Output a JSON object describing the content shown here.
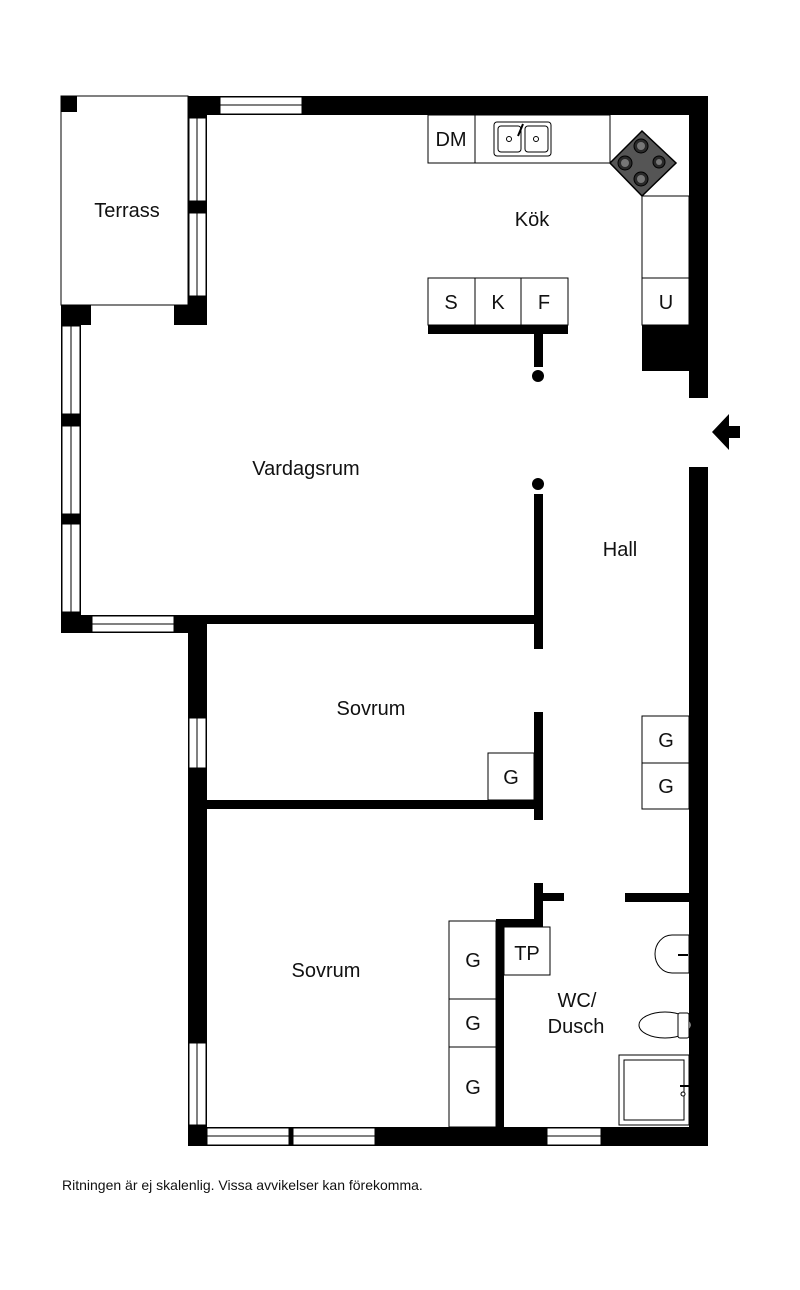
{
  "rooms": {
    "terrace": "Terrass",
    "kitchen": "Kök",
    "living_room": "Vardagsrum",
    "hall": "Hall",
    "bedroom_1": "Sovrum",
    "bedroom_2": "Sovrum",
    "wc_line1": "WC/",
    "wc_line2": "Dusch"
  },
  "fixtures": {
    "dishwasher": "DM",
    "kitchen_s": "S",
    "kitchen_k": "K",
    "kitchen_f": "F",
    "kitchen_u": "U",
    "bedroom1_wardrobe": "G",
    "hall_wardrobe_1": "G",
    "hall_wardrobe_2": "G",
    "bedroom2_wardrobe_1": "G",
    "bedroom2_wardrobe_2": "G",
    "bedroom2_wardrobe_3": "G",
    "wc_tp": "TP"
  },
  "icons": {
    "entrance": "entrance-arrow-icon",
    "sink": "sink-icon",
    "stove": "stove-icon",
    "washbasin": "washbasin-icon",
    "toilet": "toilet-icon",
    "shower": "shower-icon"
  },
  "colors": {
    "wall": "#000000",
    "stove_plate": "#555555",
    "background": "#ffffff"
  },
  "disclaimer": "Ritningen är ej skalenlig. Vissa avvikelser kan förekomma."
}
